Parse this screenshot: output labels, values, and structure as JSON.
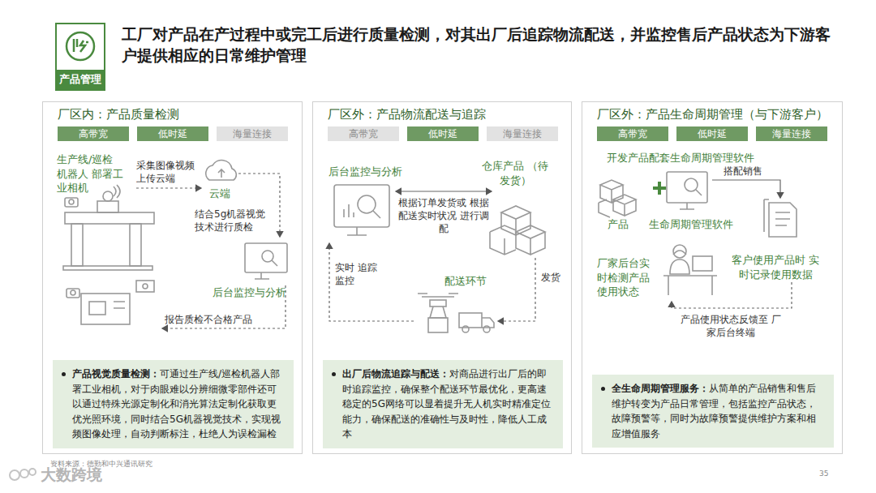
{
  "diagram": {
    "title": "工厂对产品在产过程中或完工后进行质量检测，对其出厂后追踪物流配送，并监控售后产品状态为下游客户提供相应的日常维护管理",
    "nodes": [
      {
        "text": [
          "产品管理"
        ]
      },
      {
        "text": [
          "厂区内：产品质量检测"
        ]
      },
      {
        "text": [
          "高带宽"
        ],
        "in": 1
      },
      {
        "text": [
          "低时延"
        ],
        "in": 1
      },
      {
        "text": [
          "海量连接"
        ],
        "in": 1
      },
      {
        "text": [
          "产品视觉质量检测：",
          "可通过生产线/巡检机器人部署工业相机，对于肉眼难以分辨细微零部件还可以通过特殊光源定制化和消光算法定制化获取更优光照环境，同时结合5G机器视觉技术，实现视频图像处理，自动判断标注，杜绝人为误检漏检"
        ],
        "in": 1
      },
      {
        "text": [
          "厂区外：产品物流配送与追踪"
        ]
      },
      {
        "text": [
          "高带宽"
        ],
        "in": 6
      },
      {
        "text": [
          "低时延"
        ],
        "in": 6
      },
      {
        "text": [
          "海量连接"
        ],
        "in": 6
      },
      {
        "text": [
          "出厂后物流追踪与配送：",
          "对商品进行出厂后的即时追踪监控，确保整个配送环节最优化，更高速稳定的5G网络可以显着提升无人机实时精准定位能力，确保配送的准确性与及时性，降低人工成本"
        ],
        "in": 6
      },
      {
        "text": [
          "厂区外：产品生命周期管理（与下游客户）"
        ]
      },
      {
        "text": [
          "高带宽"
        ],
        "in": 11
      },
      {
        "text": [
          "低时延"
        ],
        "in": 11
      },
      {
        "text": [
          "海量连接"
        ],
        "in": 11
      },
      {
        "text": [
          "全生命周期管理服务：",
          "从简单的产品销售和售后维护转变为产品日常管理，包括监控产品状态，故障预警等，同时为故障预警提供维护方案和相应增值服务"
        ],
        "in": 11
      }
    ],
    "labels": [
      "生产线/巡检 机器人 部署工业相机",
      "采集图像视频 上传云端",
      "云端",
      "结合5g机器视觉 技术进行质检",
      "后台监控与分析",
      "报告质检不合格产品",
      "后台监控与分析",
      "仓库产品 （待发货）",
      "根据订单发货或 根据配送实时状况 进行调配",
      "实时 追踪监控",
      "配送环节",
      "发货",
      "开发产品配套生命周期管理软件",
      "搭配销售",
      "产品",
      "生命周期管理软件",
      "厂家后台实时检测产品使用状态",
      "客户使用产品时 实时记录使用数据",
      "产品使用状态反馈至 厂家后台终端",
      "资料来源：德勤和中兴通讯研究",
      "大数跨境",
      "35"
    ]
  }
}
